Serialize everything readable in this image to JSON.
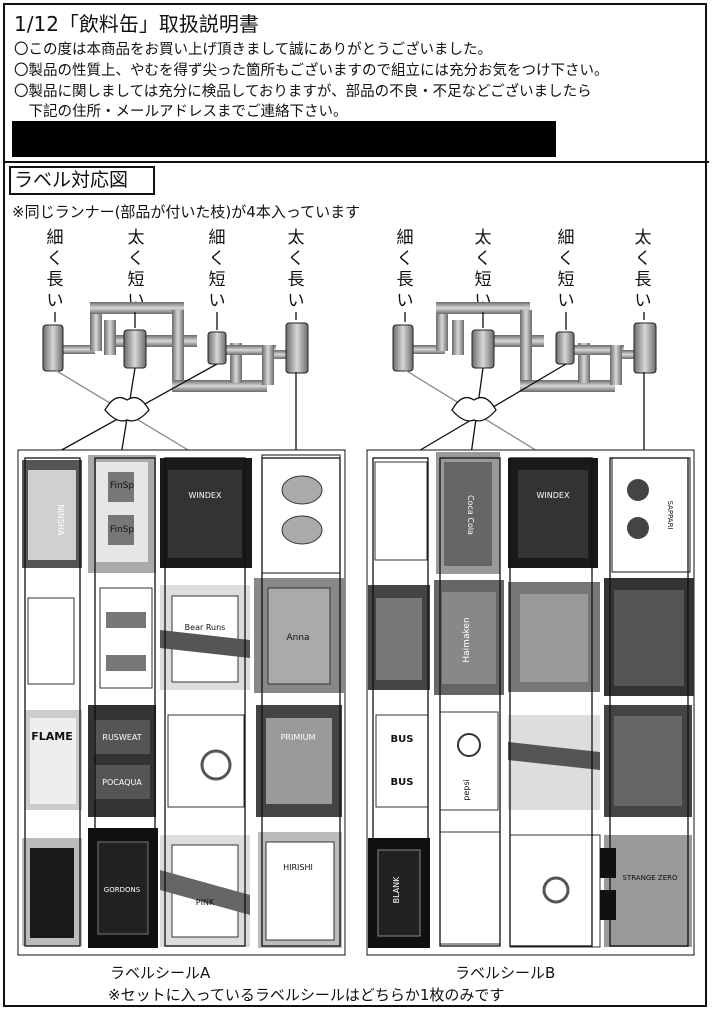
{
  "header": {
    "title": "1/12「飲料缶」取扱説明書",
    "lines": [
      "〇この度は本商品をお買い上げ頂きまして誠にありがとうございました。",
      "〇製品の性質上、やむを得ず尖った箇所もございますので組立には充分お気をつけ下さい。",
      "〇製品に関しましては充分に検品しておりますが、部品の不良・不足などございましたら",
      "　下記の住所・メールアドレスまでご連絡下さい。"
    ]
  },
  "section": {
    "title": "ラベル対応図",
    "note": "※同じランナー(部品が付いた枝)が4本入っています"
  },
  "runner_labels": {
    "left": [
      [
        "細",
        "く",
        "長",
        "い"
      ],
      [
        "太",
        "く",
        "短",
        "い"
      ],
      [
        "細",
        "く",
        "短",
        "い"
      ],
      [
        "太",
        "く",
        "長",
        "い"
      ]
    ],
    "right": [
      [
        "細",
        "く",
        "長",
        "い"
      ],
      [
        "太",
        "く",
        "短",
        "い"
      ],
      [
        "細",
        "く",
        "短",
        "い"
      ],
      [
        "太",
        "く",
        "長",
        "い"
      ]
    ]
  },
  "label_sheets": {
    "a_caption": "ラベルシールA",
    "b_caption": "ラベルシールB",
    "a_texts": [
      "NINSHA",
      "FinSp",
      "FinSp",
      "WINDEX",
      "Bear Runs",
      "RUSWEAT",
      "POCAQUA",
      "FLAME",
      "PRIMIUM",
      "Anna",
      "GORDONS",
      "PINK",
      "HIRISHI"
    ],
    "b_texts": [
      "Coca Cola",
      "WINDEX",
      "Haimaken",
      "BUS",
      "BUS",
      "pepsi",
      "BLANK",
      "STRANGE ZERO",
      "SAPPARI"
    ]
  },
  "footer": {
    "note": "※セットに入っているラベルシールはどちらか1枚のみです"
  },
  "colors": {
    "ink": "#111111",
    "redaction": "#000000",
    "label_gray_light": "#c8c8c8",
    "label_gray_mid": "#8a8a8a",
    "label_gray_dark": "#3a3a3a"
  }
}
